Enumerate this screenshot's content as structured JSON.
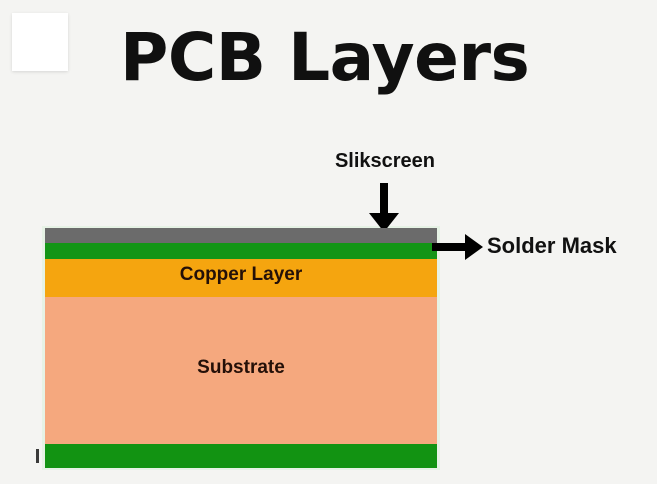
{
  "page": {
    "title": "PCB Layers",
    "background_color": "#f4f4f2"
  },
  "corner_card": {
    "name": "blank-white-card",
    "color": "#ffffff"
  },
  "diagram": {
    "name": "pcb-layer-stack",
    "layers": [
      {
        "id": "silkscreen",
        "label": "",
        "color": "#6b6b6b",
        "label_color": ""
      },
      {
        "id": "solder-mask",
        "label": "",
        "color": "#139516",
        "label_color": ""
      },
      {
        "id": "copper",
        "label": "Copper Layer",
        "color": "#f5a50f",
        "label_color": "#241008"
      },
      {
        "id": "substrate",
        "label": "Substrate",
        "color": "#f5a87e",
        "label_color": "#241008"
      },
      {
        "id": "back-mask",
        "label": "",
        "color": "#129312",
        "label_color": ""
      }
    ],
    "callouts": [
      {
        "id": "slikscreen",
        "label": "Slikscreen",
        "arrow": "arrow-down",
        "arrow_color": "#000000"
      },
      {
        "id": "solder-mask",
        "label": "Solder Mask",
        "arrow": "arrow-right",
        "arrow_color": "#000000"
      }
    ]
  },
  "chart_data": {
    "type": "diagram",
    "title": "PCB Layers",
    "subtype": "cross-section-stackup",
    "orientation": "top-to-bottom",
    "layers": [
      {
        "name": "Slikscreen",
        "color": "#6b6b6b",
        "thickness_px": 15,
        "labeled_inline": false,
        "labeled_by_callout": true
      },
      {
        "name": "Solder Mask",
        "color": "#139516",
        "thickness_px": 16,
        "labeled_inline": false,
        "labeled_by_callout": true
      },
      {
        "name": "Copper Layer",
        "color": "#f5a50f",
        "thickness_px": 38,
        "labeled_inline": true,
        "labeled_by_callout": false
      },
      {
        "name": "Substrate",
        "color": "#f5a87e",
        "thickness_px": 147,
        "labeled_inline": true,
        "labeled_by_callout": false
      },
      {
        "name": "Solder Mask",
        "color": "#129312",
        "thickness_px": 24,
        "labeled_inline": false,
        "labeled_by_callout": false
      }
    ],
    "annotations": [
      {
        "text": "Slikscreen",
        "points_to": "Slikscreen",
        "direction": "down"
      },
      {
        "text": "Solder Mask",
        "points_to": "Solder Mask",
        "direction": "right"
      }
    ]
  }
}
